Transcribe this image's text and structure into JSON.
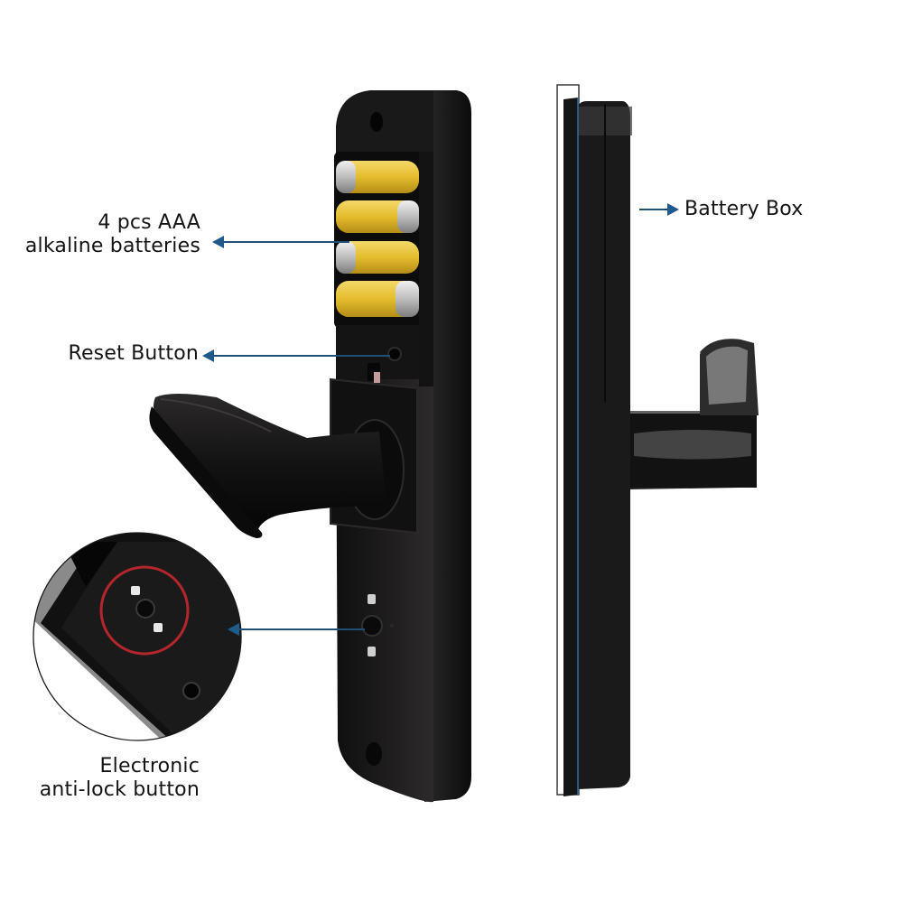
{
  "diagram": {
    "subject": "Smart door lock with lever handle — front and side views",
    "colors": {
      "arrow": "#1f5a8a",
      "lock_body": "#1b1a1a",
      "battery_yellow": "#e8c43a",
      "battery_silver": "#c9c9c9",
      "highlight_ring": "#b3262b",
      "label_text": "#141414",
      "background": "#ffffff"
    },
    "callouts": [
      {
        "id": "batteries",
        "line1": "4 pcs AAA",
        "line2": "alkaline batteries"
      },
      {
        "id": "reset",
        "line1": "Reset Button"
      },
      {
        "id": "battery_box",
        "line1": "Battery Box"
      },
      {
        "id": "anti_lock",
        "line1": "Electronic",
        "line2": "anti-lock button"
      }
    ],
    "battery_count": 4,
    "icons": [
      "lock-closed-icon",
      "lock-open-icon"
    ]
  }
}
